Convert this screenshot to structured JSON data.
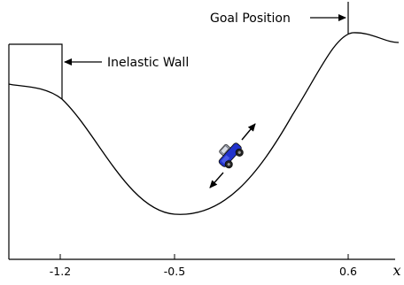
{
  "labels": {
    "goal_position": "Goal Position",
    "inelastic_wall": "Inelastic Wall"
  },
  "axis": {
    "variable": "x",
    "ticks": [
      "-1.2",
      "-0.5",
      "0.6"
    ]
  },
  "colors": {
    "line": "#000000",
    "car_body": "#2233cc",
    "car_cab": "#9aa0b0",
    "wheel": "#222222"
  },
  "icons": {
    "car": "car-icon",
    "motion_arrows": "double-headed-arrow-icon"
  }
}
